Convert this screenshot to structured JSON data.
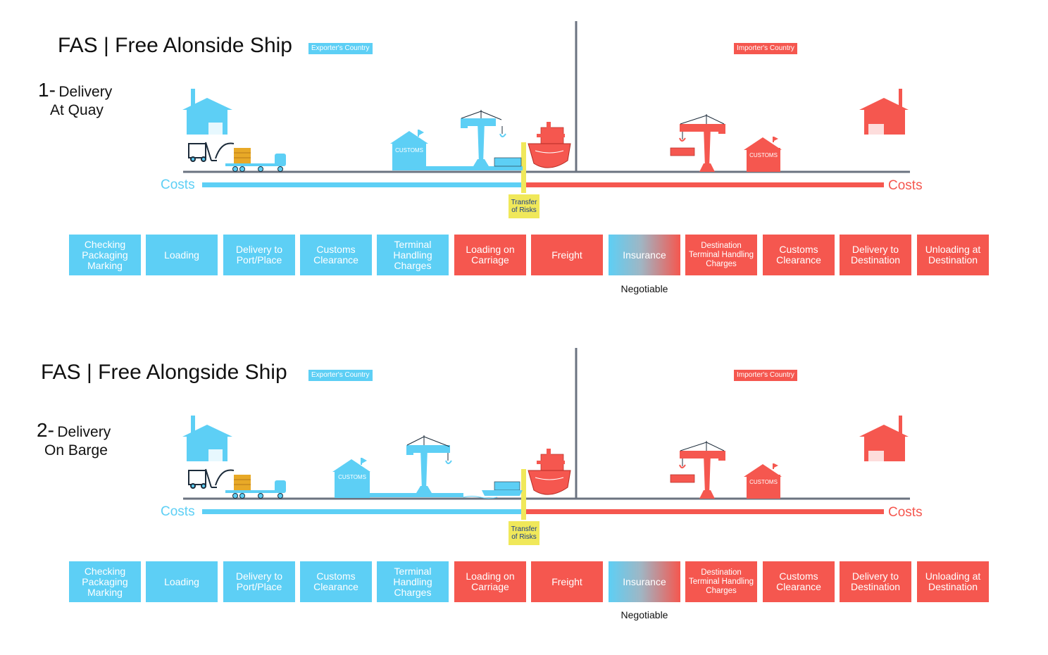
{
  "colors": {
    "exporter": "#5dcff5",
    "importer": "#f5574f",
    "risk": "#f0e85a",
    "line": "#6b7380"
  },
  "panels": [
    {
      "title": "FAS | Free Alonside Ship",
      "exporter_tag": "Exporter's Country",
      "importer_tag": "Importer's Country",
      "subtitle_num": "1-",
      "subtitle_line1": "Delivery",
      "subtitle_line2": "At Quay",
      "costs_left": "Costs",
      "costs_right": "Costs",
      "risk_label": "Transfer of Risks",
      "customs_left": "CUSTOMS",
      "customs_right": "CUSTOMS",
      "boxes": [
        "Checking Packaging Marking",
        "Loading",
        "Delivery to Port/Place",
        "Customs Clearance",
        "Terminal Handling Charges",
        "Loading on Carriage",
        "Freight",
        "Insurance",
        "Destination Terminal Handling Charges",
        "Customs Clearance",
        "Delivery to Destination",
        "Unloading at Destination"
      ],
      "negotiable": "Negotiable"
    },
    {
      "title": "FAS | Free Alongside Ship",
      "exporter_tag": "Exporter's Country",
      "importer_tag": "Importer's Country",
      "subtitle_num": "2-",
      "subtitle_line1": "Delivery",
      "subtitle_line2": "On Barge",
      "costs_left": "Costs",
      "costs_right": "Costs",
      "risk_label": "Transfer of Risks",
      "customs_left": "CUSTOMS",
      "customs_right": "CUSTOMS",
      "boxes": [
        "Checking Packaging Marking",
        "Loading",
        "Delivery to Port/Place",
        "Customs Clearance",
        "Terminal Handling Charges",
        "Loading on Carriage",
        "Freight",
        "Insurance",
        "Destination Terminal Handling Charges",
        "Customs Clearance",
        "Delivery to Destination",
        "Unloading at Destination"
      ],
      "negotiable": "Negotiable"
    }
  ]
}
